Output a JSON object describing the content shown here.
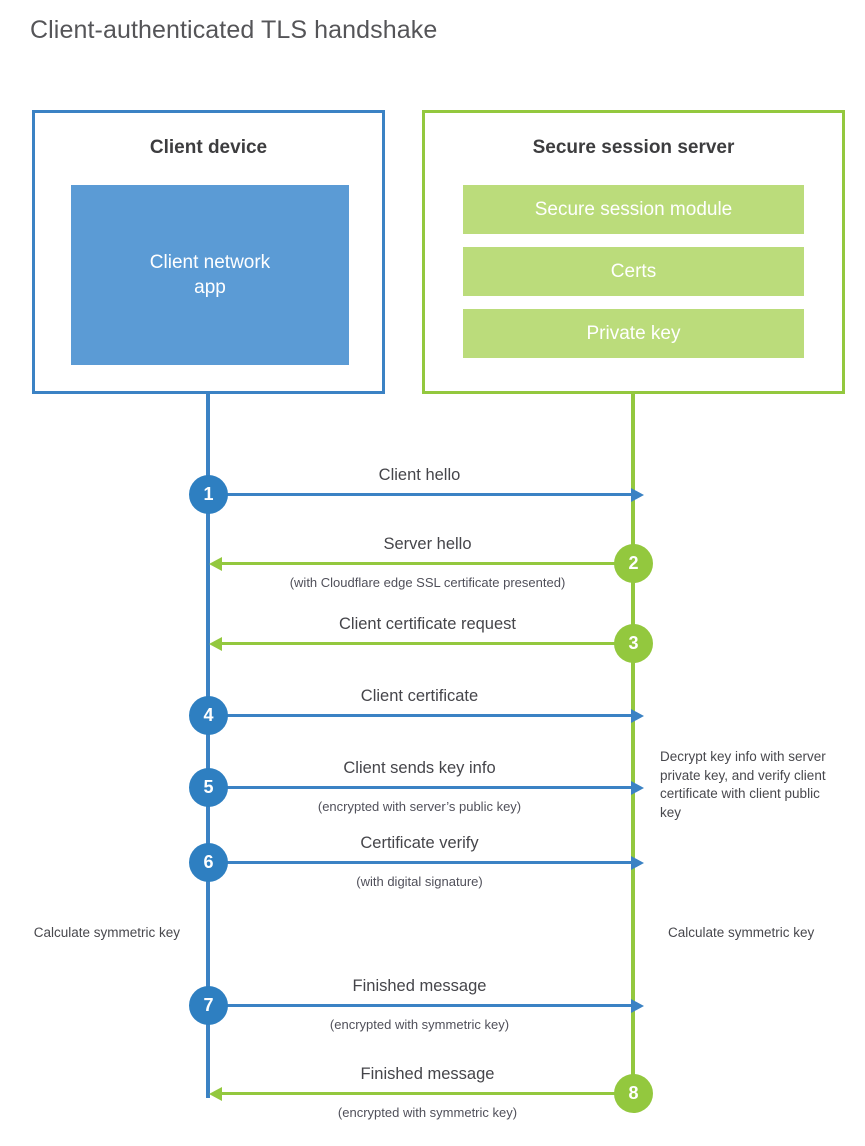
{
  "title": "Client-authenticated TLS handshake",
  "colors": {
    "client_border": "#3B82C4",
    "client_fill": "#5B9BD5",
    "server_border": "#93C83E",
    "server_fill": "#BBDC7B",
    "step_blue": "#2E7FC1",
    "step_green": "#93C83E",
    "text": "#45454a"
  },
  "client": {
    "title": "Client device",
    "app_label": "Client network\napp",
    "app_label_line1": "Client network",
    "app_label_line2": "app"
  },
  "server": {
    "title": "Secure session server",
    "items": [
      {
        "label": "Secure session module"
      },
      {
        "label": "Certs"
      },
      {
        "label": "Private key"
      }
    ]
  },
  "steps": [
    {
      "number": "1",
      "label": "Client hello",
      "sub": "",
      "direction": "client-to-server",
      "color": "blue"
    },
    {
      "number": "2",
      "label": "Server hello",
      "sub": "(with Cloudflare edge SSL certificate presented)",
      "direction": "server-to-client",
      "color": "green"
    },
    {
      "number": "3",
      "label": "Client certificate request",
      "sub": "",
      "direction": "server-to-client",
      "color": "green"
    },
    {
      "number": "4",
      "label": "Client certificate",
      "sub": "",
      "direction": "client-to-server",
      "color": "blue"
    },
    {
      "number": "5",
      "label": "Client sends key info",
      "sub": "(encrypted with server’s public key)",
      "direction": "client-to-server",
      "color": "blue"
    },
    {
      "number": "6",
      "label": "Certificate verify",
      "sub": "(with digital signature)",
      "direction": "client-to-server",
      "color": "blue"
    },
    {
      "number": "7",
      "label": "Finished message",
      "sub": "(encrypted with symmetric key)",
      "direction": "client-to-server",
      "color": "blue"
    },
    {
      "number": "8",
      "label": "Finished message",
      "sub": "(encrypted with symmetric key)",
      "direction": "server-to-client",
      "color": "green"
    }
  ],
  "notes": {
    "decrypt": "Decrypt key info with server private key, and verify client certificate with client public key",
    "calculate_left": "Calculate symmetric key",
    "calculate_right": "Calculate symmetric key"
  }
}
